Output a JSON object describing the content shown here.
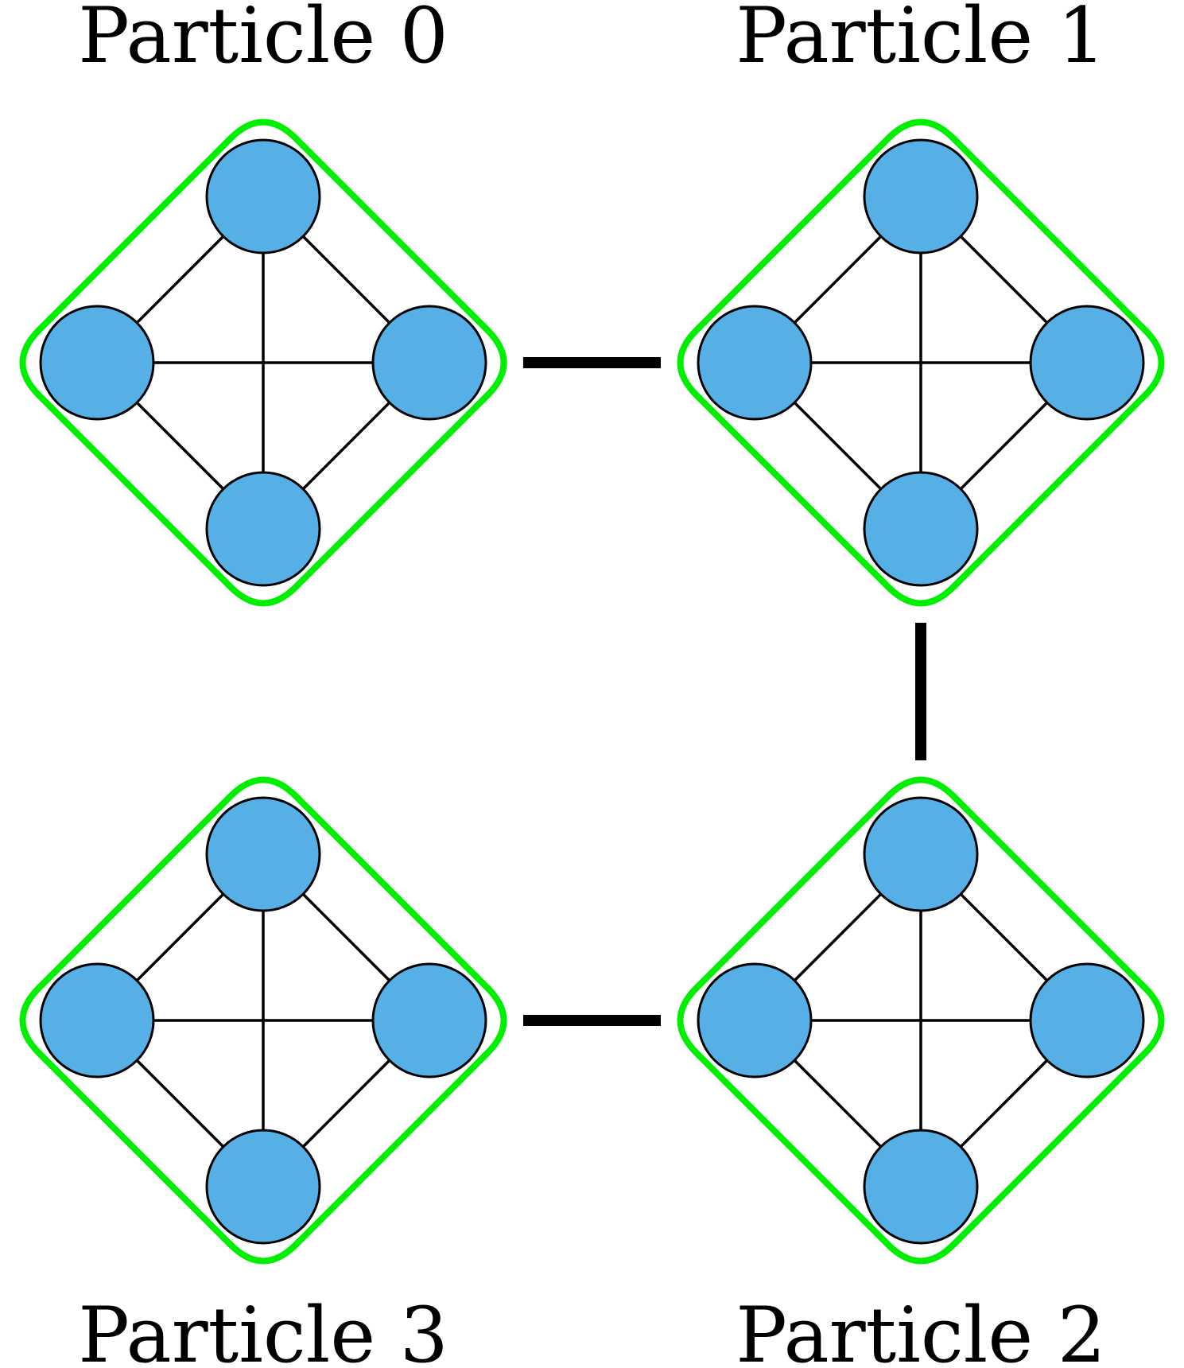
{
  "colors": {
    "background": "#ffffff",
    "boundary": "#00ee00",
    "node_fill": "#56b0e6",
    "node_stroke": "#000000",
    "edge": "#000000",
    "link": "#000000",
    "label": "#000000"
  },
  "particles": [
    {
      "id": 0,
      "label": "Particle 0"
    },
    {
      "id": 1,
      "label": "Particle 1"
    },
    {
      "id": 2,
      "label": "Particle 2"
    },
    {
      "id": 3,
      "label": "Particle 3"
    }
  ],
  "sub_nodes": [
    "top",
    "left",
    "right",
    "bottom"
  ],
  "internal_edges": [
    [
      "left",
      "top"
    ],
    [
      "top",
      "right"
    ],
    [
      "right",
      "bottom"
    ],
    [
      "bottom",
      "left"
    ],
    [
      "left",
      "right"
    ],
    [
      "top",
      "bottom"
    ]
  ],
  "links": [
    [
      0,
      1
    ],
    [
      1,
      2
    ],
    [
      3,
      2
    ]
  ]
}
